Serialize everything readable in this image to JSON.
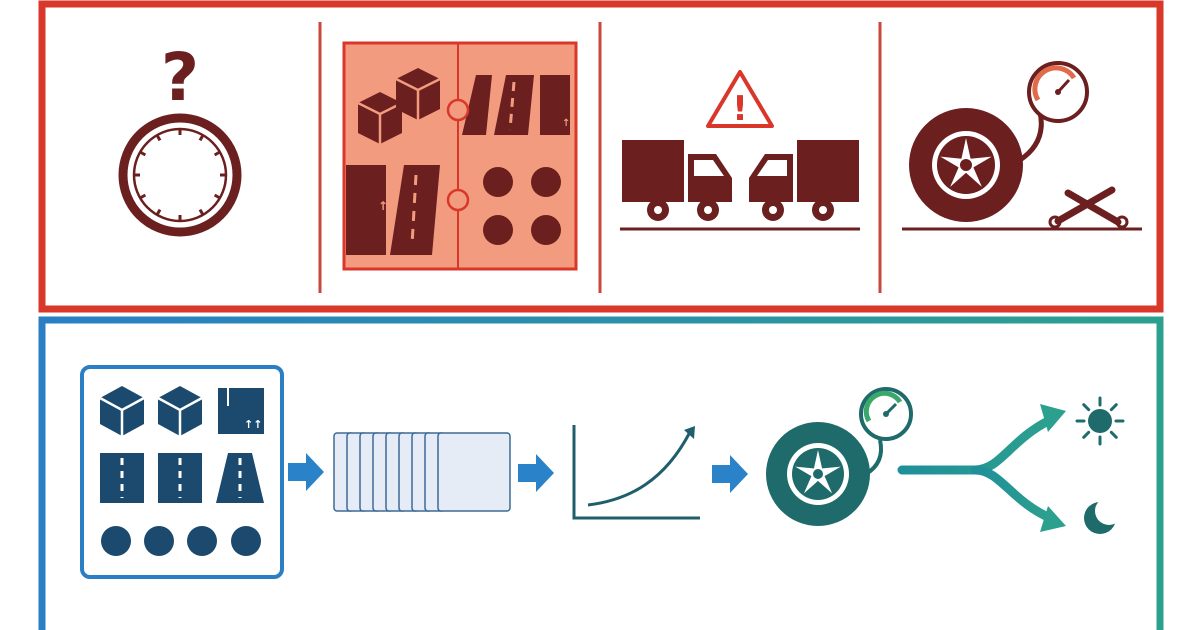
{
  "colors": {
    "top_frame": "#d9372a",
    "top_divider": "#c8473a",
    "icon_dark": "#6b1f1f",
    "puzzle_bg": "#f29b7f",
    "puzzle_border": "#d9372a",
    "warning": "#d9372a",
    "gauge_accent": "#e06a4a",
    "bottom_frame_start": "#2a7fc4",
    "bottom_frame_end": "#2ca08e",
    "navy": "#1c4a6e",
    "card_border": "#2a7fc4",
    "arrow_blue": "#2a83c9",
    "teal": "#1f6b6b",
    "green_gauge": "#3aa86b",
    "seq_fill": "#e6ecf5",
    "seq_border": "#3d6a96"
  },
  "top_panels": [
    {
      "id": "stopwatch-question",
      "icon": "question-stopwatch-icon"
    },
    {
      "id": "mixed-inputs-puzzle",
      "icon": "puzzle-inputs-icon"
    },
    {
      "id": "truck-collision-warning",
      "icon": "truck-warning-icon"
    },
    {
      "id": "tire-pressure-maintenance",
      "icon": "tire-gauge-wrench-icon"
    }
  ],
  "pipeline_steps": [
    {
      "id": "input-data",
      "icon": "multimodal-input-icon"
    },
    {
      "id": "sequence-model",
      "icon": "stacked-frames-icon"
    },
    {
      "id": "growth-curve",
      "icon": "trend-curve-icon"
    },
    {
      "id": "tire-status",
      "icon": "tire-gauge-icon"
    },
    {
      "id": "day-night-branch",
      "icon": "fork-arrow-icon"
    }
  ],
  "question_mark_text": "?",
  "warning_mark_text": "!"
}
